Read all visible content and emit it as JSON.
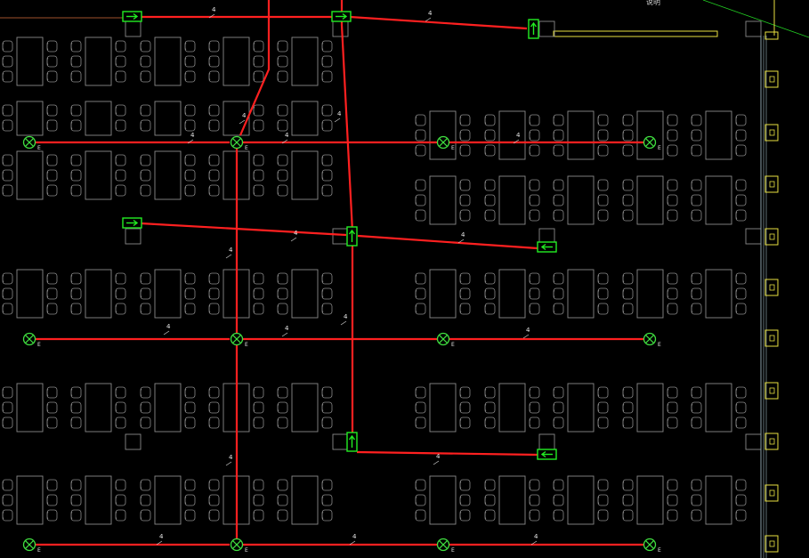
{
  "drawing": {
    "header_text": "说明",
    "colors": {
      "background": "#000000",
      "furniture": "#8a8a8a",
      "wiring": "#ff2020",
      "fixture": "#22ee22",
      "wall": "#e8e040",
      "wall_inner": "#8aa0a8",
      "diagonal": "#22cc22",
      "lamp": "#40e040"
    },
    "circuit_label": "4",
    "lamp_tag": "E",
    "symbols": {
      "emergency_light": "crossed-circle-icon",
      "exit_sign": "exit-arrow-icon"
    }
  }
}
